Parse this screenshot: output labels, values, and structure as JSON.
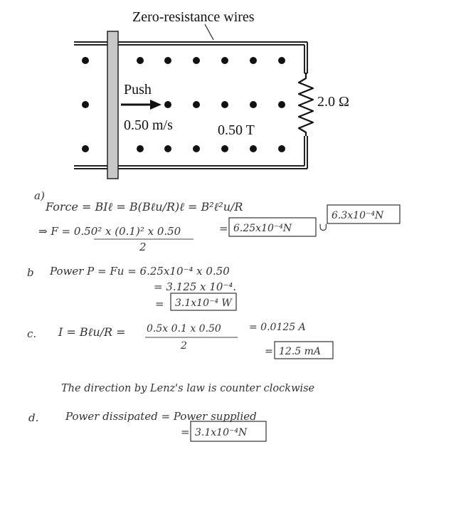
{
  "diagram": {
    "wires_label": "Zero-resistance wires",
    "push_label": "Push",
    "speed_label": "0.50 m/s",
    "field_label": "0.50 T",
    "resistor_label": "2.0 Ω"
  },
  "solution": {
    "a": {
      "letter": "a)",
      "line1": "Force = BIℓ = B(Bℓu/R)ℓ = B²ℓ²u/R",
      "line2_lhs": "⇒ F = 0.50² x (0.1)² x 0.50",
      "line2_den": "2",
      "result1": "6.25x10⁻⁴N",
      "or": "∪",
      "result2": "6.3x10⁻⁴N"
    },
    "b": {
      "letter": "b",
      "line1": "Power P = Fu = 6.25x10⁻⁴ x 0.50",
      "line2": "= 3.125 x 10⁻⁴.",
      "eq": "=",
      "result": "3.1x10⁻⁴ W"
    },
    "c": {
      "letter": "c.",
      "lhs": "I = Bℓu/R =",
      "num": "0.5x 0.1 x 0.50",
      "den": "2",
      "rhs": "= 0.0125 A",
      "eq": "=",
      "result": "12.5 mA",
      "note": "The direction by Lenz's law is counter clockwise"
    },
    "d": {
      "letter": "d.",
      "line1": "Power dissipated = Power supplied",
      "eq": "=",
      "result": "3.1x10⁻⁴N"
    }
  }
}
